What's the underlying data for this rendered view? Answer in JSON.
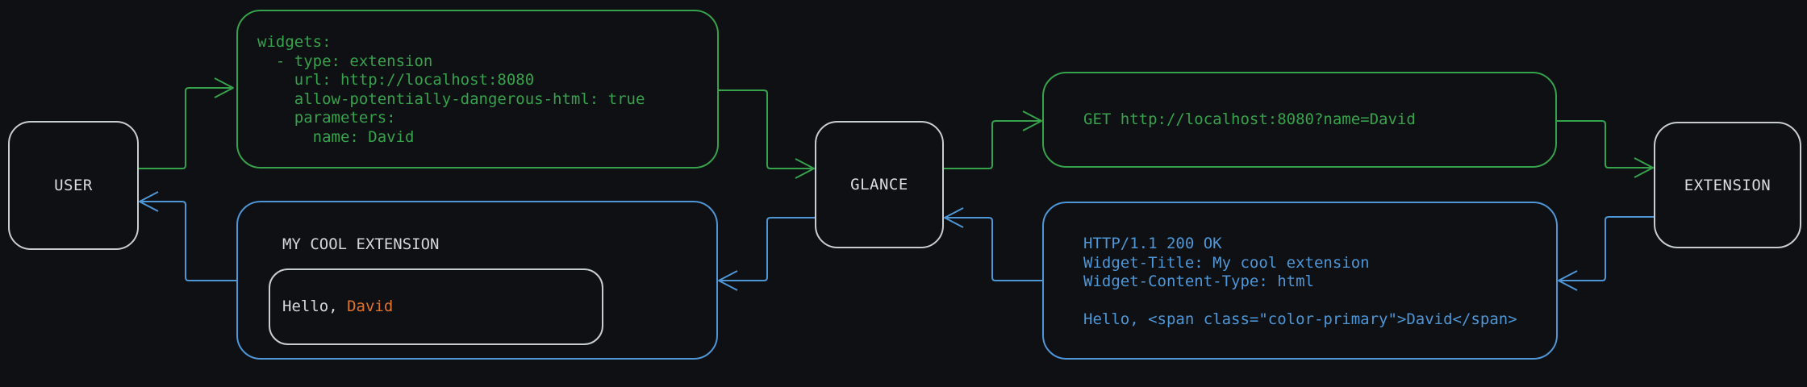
{
  "diagram": {
    "colors": {
      "background": "#0e1013",
      "request_green": "#37a24c",
      "response_blue": "#4e96d6",
      "node_border": "#c8cdd1",
      "accent_orange": "#e0732c"
    },
    "nodes": {
      "user": {
        "label": "USER"
      },
      "glance": {
        "label": "GLANCE"
      },
      "extension": {
        "label": "EXTENSION"
      }
    },
    "request_flow": {
      "config_box": {
        "lines": [
          "widgets:",
          "  - type: extension",
          "    url: http://localhost:8080",
          "    allow-potentially-dangerous-html: true",
          "    parameters:",
          "      name: David"
        ]
      },
      "request_box": {
        "text": "GET http://localhost:8080?name=David"
      }
    },
    "response_flow": {
      "response_box": {
        "lines": [
          "HTTP/1.1 200 OK",
          "Widget-Title: My cool extension",
          "Widget-Content-Type: html",
          "",
          "Hello, <span class=\"color-primary\">David</span>"
        ]
      },
      "widget_box": {
        "title": "MY COOL EXTENSION",
        "greeting_prefix": "Hello, ",
        "greeting_name": "David"
      }
    }
  }
}
